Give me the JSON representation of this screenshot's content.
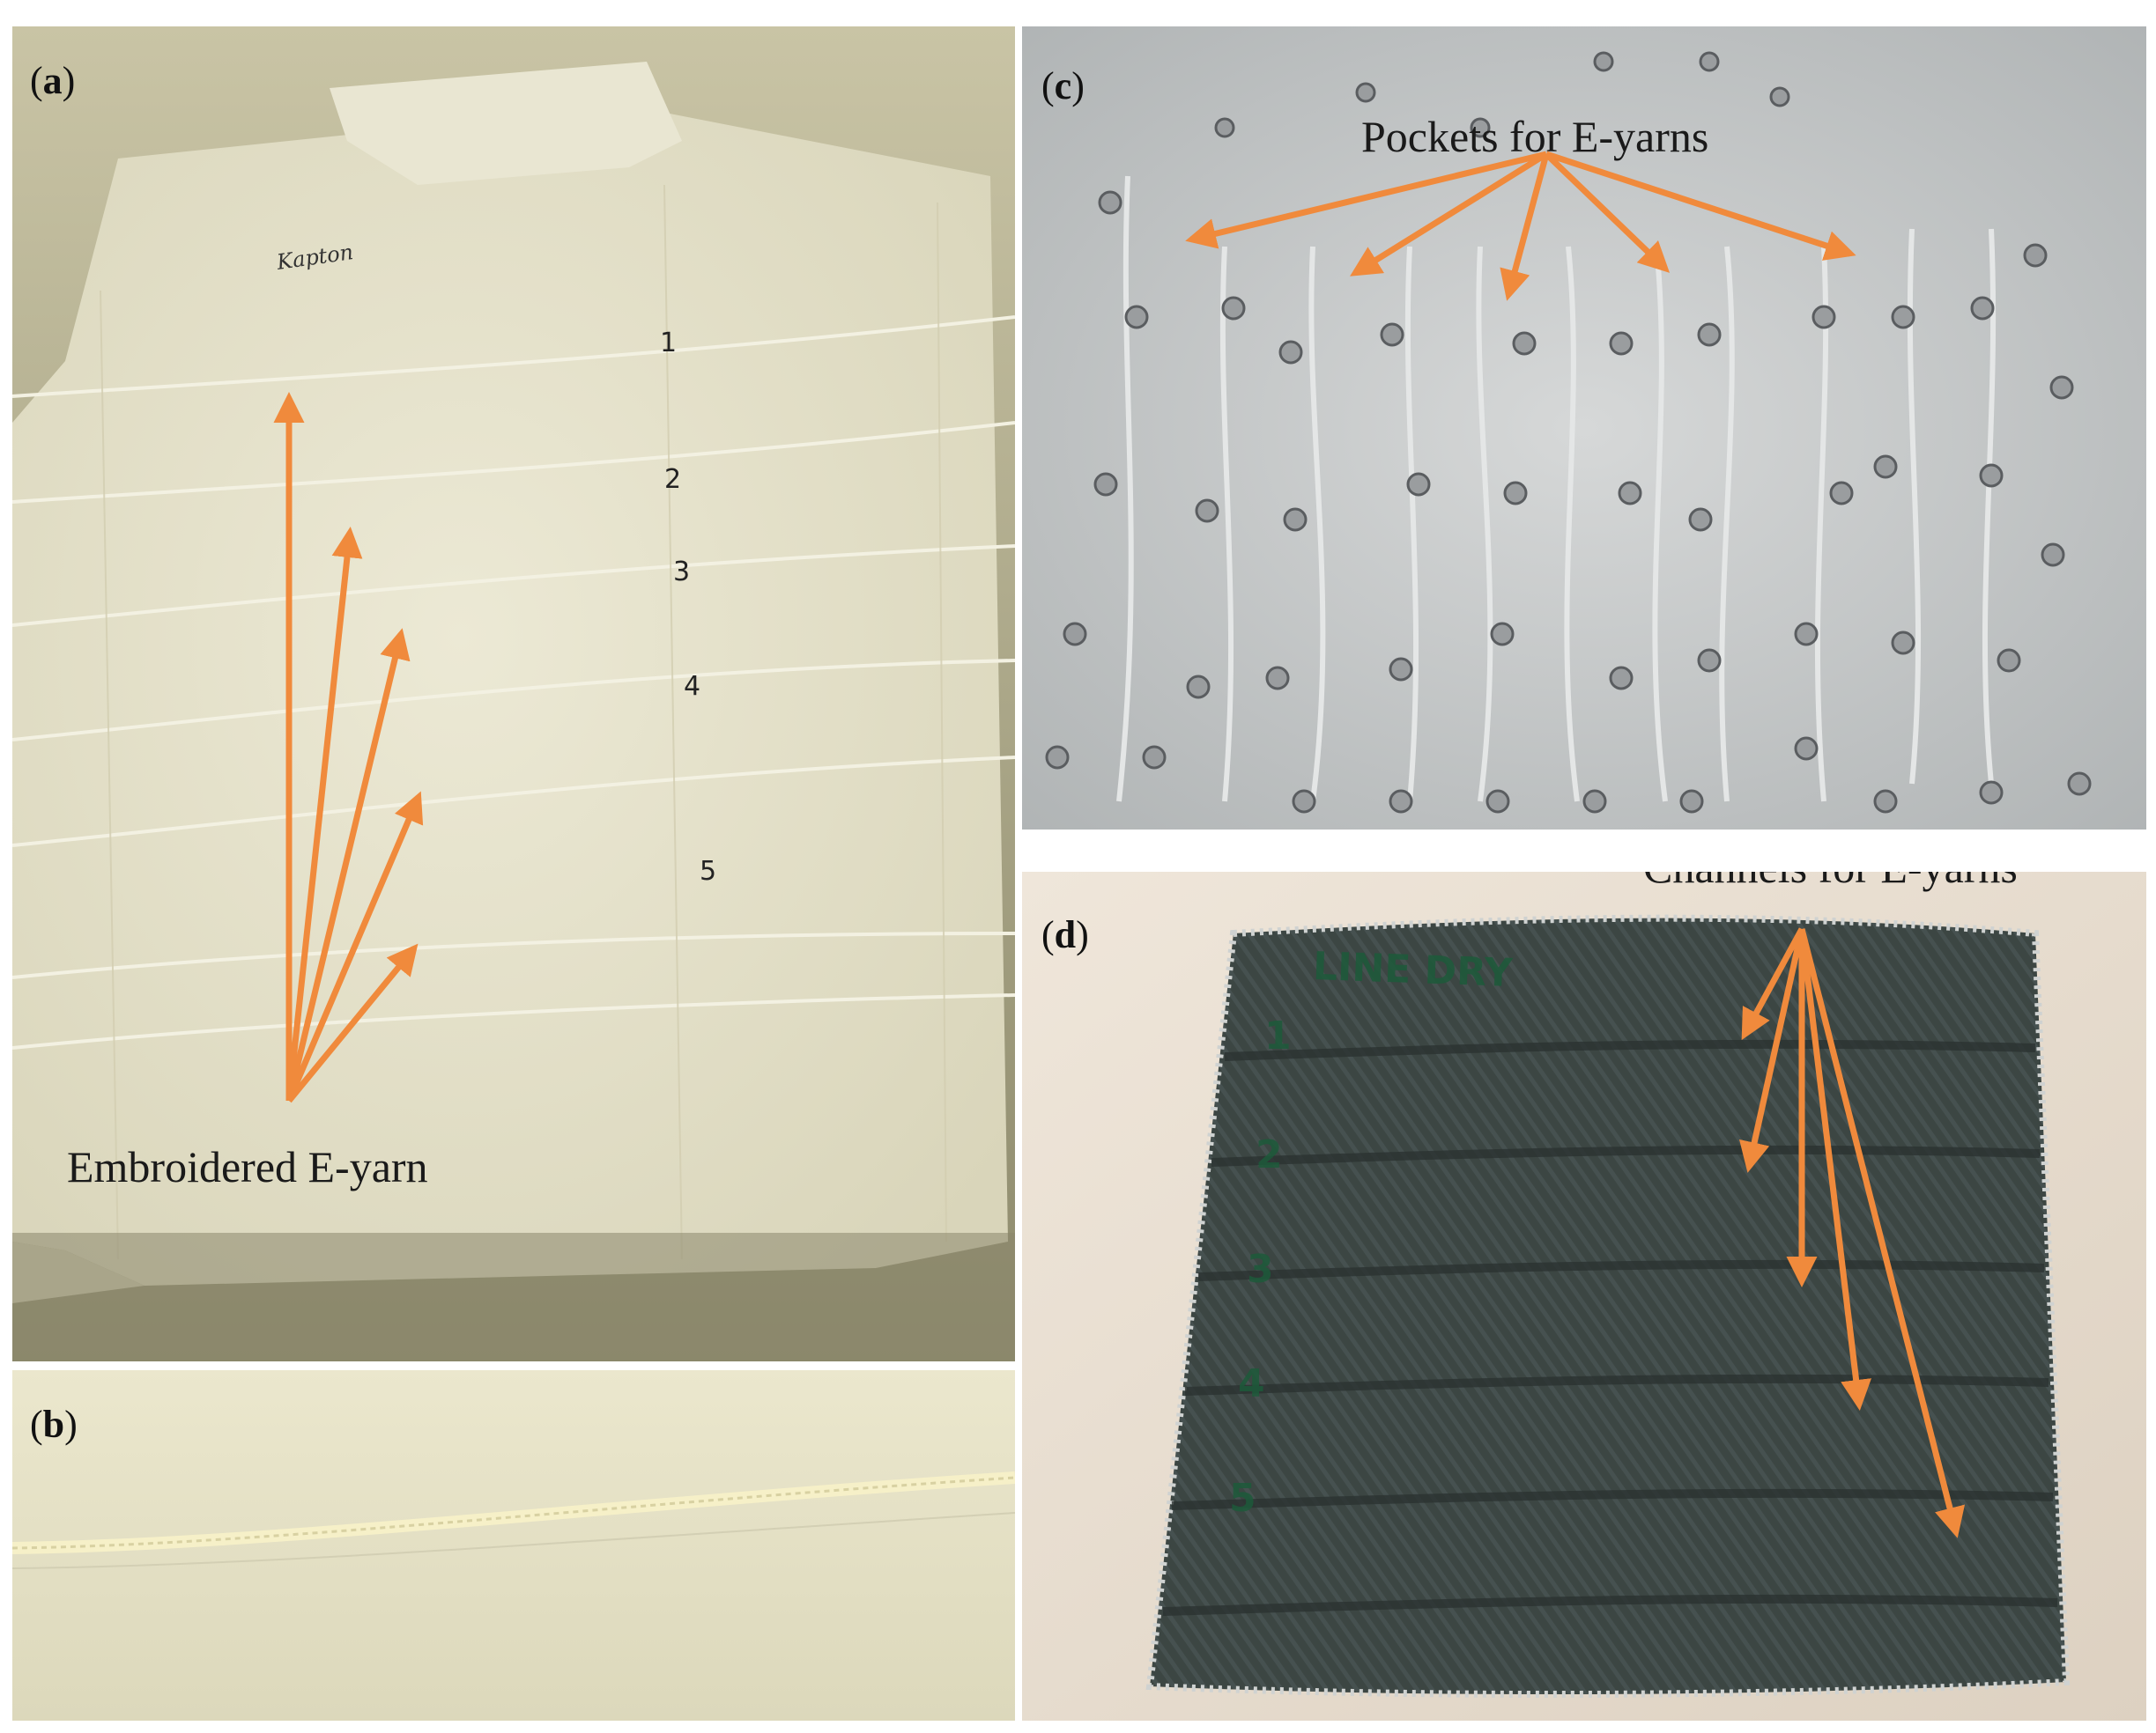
{
  "panels": {
    "a": {
      "label_open": "(",
      "label_letter": "a",
      "label_close": ")"
    },
    "b": {
      "label_open": "(",
      "label_letter": "b",
      "label_close": ")"
    },
    "c": {
      "label_open": "(",
      "label_letter": "c",
      "label_close": ")"
    },
    "d": {
      "label_open": "(",
      "label_letter": "d",
      "label_close": ")"
    }
  },
  "captions": {
    "embroidered": "Embroidered E-yarn",
    "pockets": "Pockets for E-yarns",
    "channels": "Channels for E-yarns"
  },
  "shirt_markers": [
    "1",
    "2",
    "3",
    "4",
    "5"
  ],
  "shirt_note": "Kapton",
  "sample_label": "LINE DRY",
  "sample_numbers": [
    "1",
    "2",
    "3",
    "4",
    "5"
  ],
  "colors": {
    "arrow": "#f08a3c",
    "shirt": "#e6e3cf",
    "fabric": "#3c4643",
    "background_c": "#c9cccd"
  }
}
